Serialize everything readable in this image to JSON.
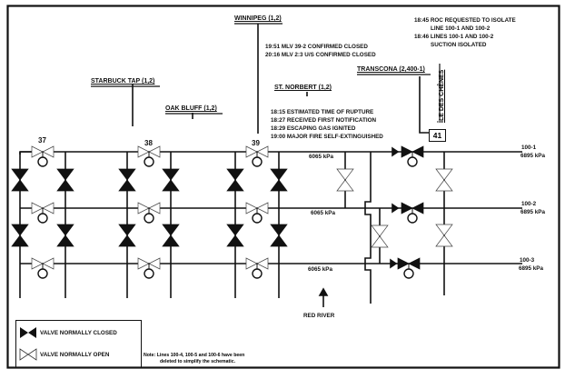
{
  "diagram": {
    "type": "pipeline-schematic",
    "stations": [
      {
        "name": "STARBUCK TAP (1,2)"
      },
      {
        "name": "OAK BLUFF (1,2)"
      },
      {
        "name": "WINNIPEG (1,2)"
      },
      {
        "name": "ST. NORBERT (1,2)"
      },
      {
        "name": "TRANSCONA (2,400-1)"
      },
      {
        "name": "ÎLE DES CHÊNES"
      }
    ],
    "valve_sections": [
      "37",
      "38",
      "39",
      "41"
    ],
    "winnipeg_events": [
      "19:51 MLV 39-2 CONFIRMED CLOSED",
      "20:16 MLV 2:3 U/S CONFIRMED CLOSED"
    ],
    "roc_events": [
      "18:45 ROC REQUESTED TO ISOLATE",
      "LINE 100-1 AND 100-2",
      "18:46 LINES 100-1 AND 100-2",
      "SUCTION ISOLATED"
    ],
    "rupture_events": [
      "18:15 ESTIMATED TIME OF RUPTURE",
      "18:27 RECEIVED FIRST NOTIFICATION",
      "18:29 ESCAPING GAS IGNITED",
      "19:00 MAJOR FIRE SELF-EXTINGUISHED"
    ],
    "lines": [
      {
        "id": "100-1",
        "upstream_pressure": "6065 kPa",
        "downstream_pressure": "6895 kPa"
      },
      {
        "id": "100-2",
        "upstream_pressure": "6065 kPa",
        "downstream_pressure": "6895 kPa"
      },
      {
        "id": "100-3",
        "upstream_pressure": "6065 kPa",
        "downstream_pressure": "6895 kPa"
      }
    ],
    "river_label": "RED RIVER",
    "legend": {
      "closed_label": "VALVE NORMALLY CLOSED",
      "open_label": "VALVE NORMALLY OPEN"
    },
    "note": {
      "prefix": "Note:",
      "line1": "Lines 100-4, 100-5 and 100-6 have been",
      "line2": "deleted to simplify the schematic."
    }
  }
}
